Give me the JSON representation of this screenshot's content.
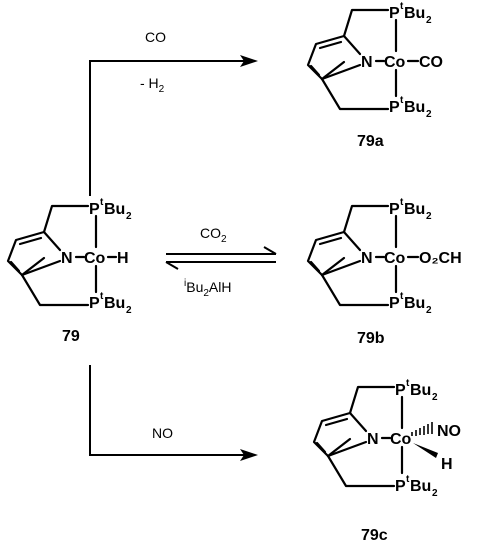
{
  "labels": {
    "P": "P",
    "tBu_sup": "t",
    "Bu": "Bu",
    "two": "2",
    "N": "N",
    "Co": "Co",
    "H": "H",
    "CO_ligand": "CO",
    "O2CH_ligand": "O₂CH",
    "NO_ligand": "NO",
    "dash": "–"
  },
  "compounds": {
    "c79": "79",
    "c79a": "79a",
    "c79b": "79b",
    "c79c": "79c"
  },
  "reagents": {
    "top_1": "CO",
    "top_2_prefix": "- H",
    "top_2_sub": "2",
    "mid_1_prefix": "CO",
    "mid_1_sub": "2",
    "mid_2_sup": "i",
    "mid_2_a": "Bu",
    "mid_2_sub": "2",
    "mid_2_b": "AlH",
    "bottom_1": "NO"
  }
}
